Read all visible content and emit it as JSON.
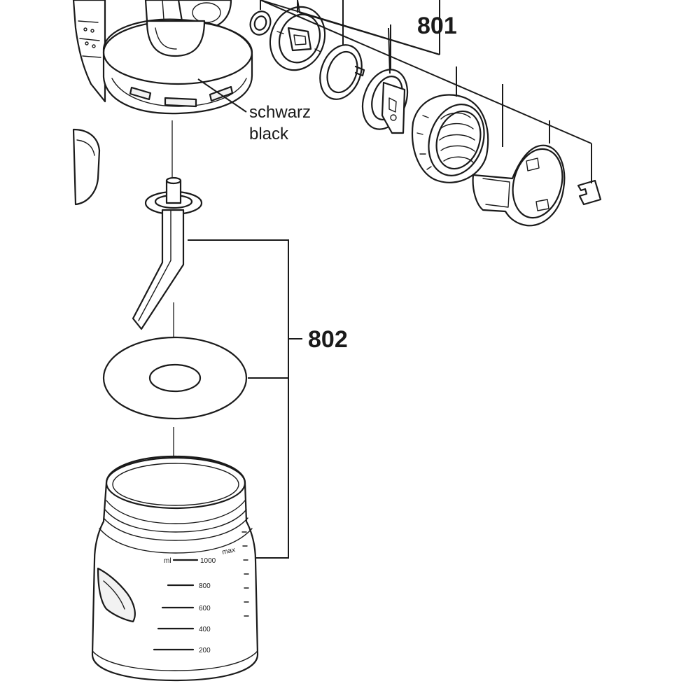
{
  "callouts": {
    "assembly_801": "801",
    "assembly_802": "802"
  },
  "notes": {
    "color_de": "schwarz",
    "color_en": "black"
  },
  "container_scale": {
    "unit": "ml",
    "max": "1000",
    "max_label": "max",
    "marks": [
      "800",
      "600",
      "400",
      "200"
    ]
  },
  "colors": {
    "line": "#1a1a1a",
    "background": "#ffffff"
  }
}
